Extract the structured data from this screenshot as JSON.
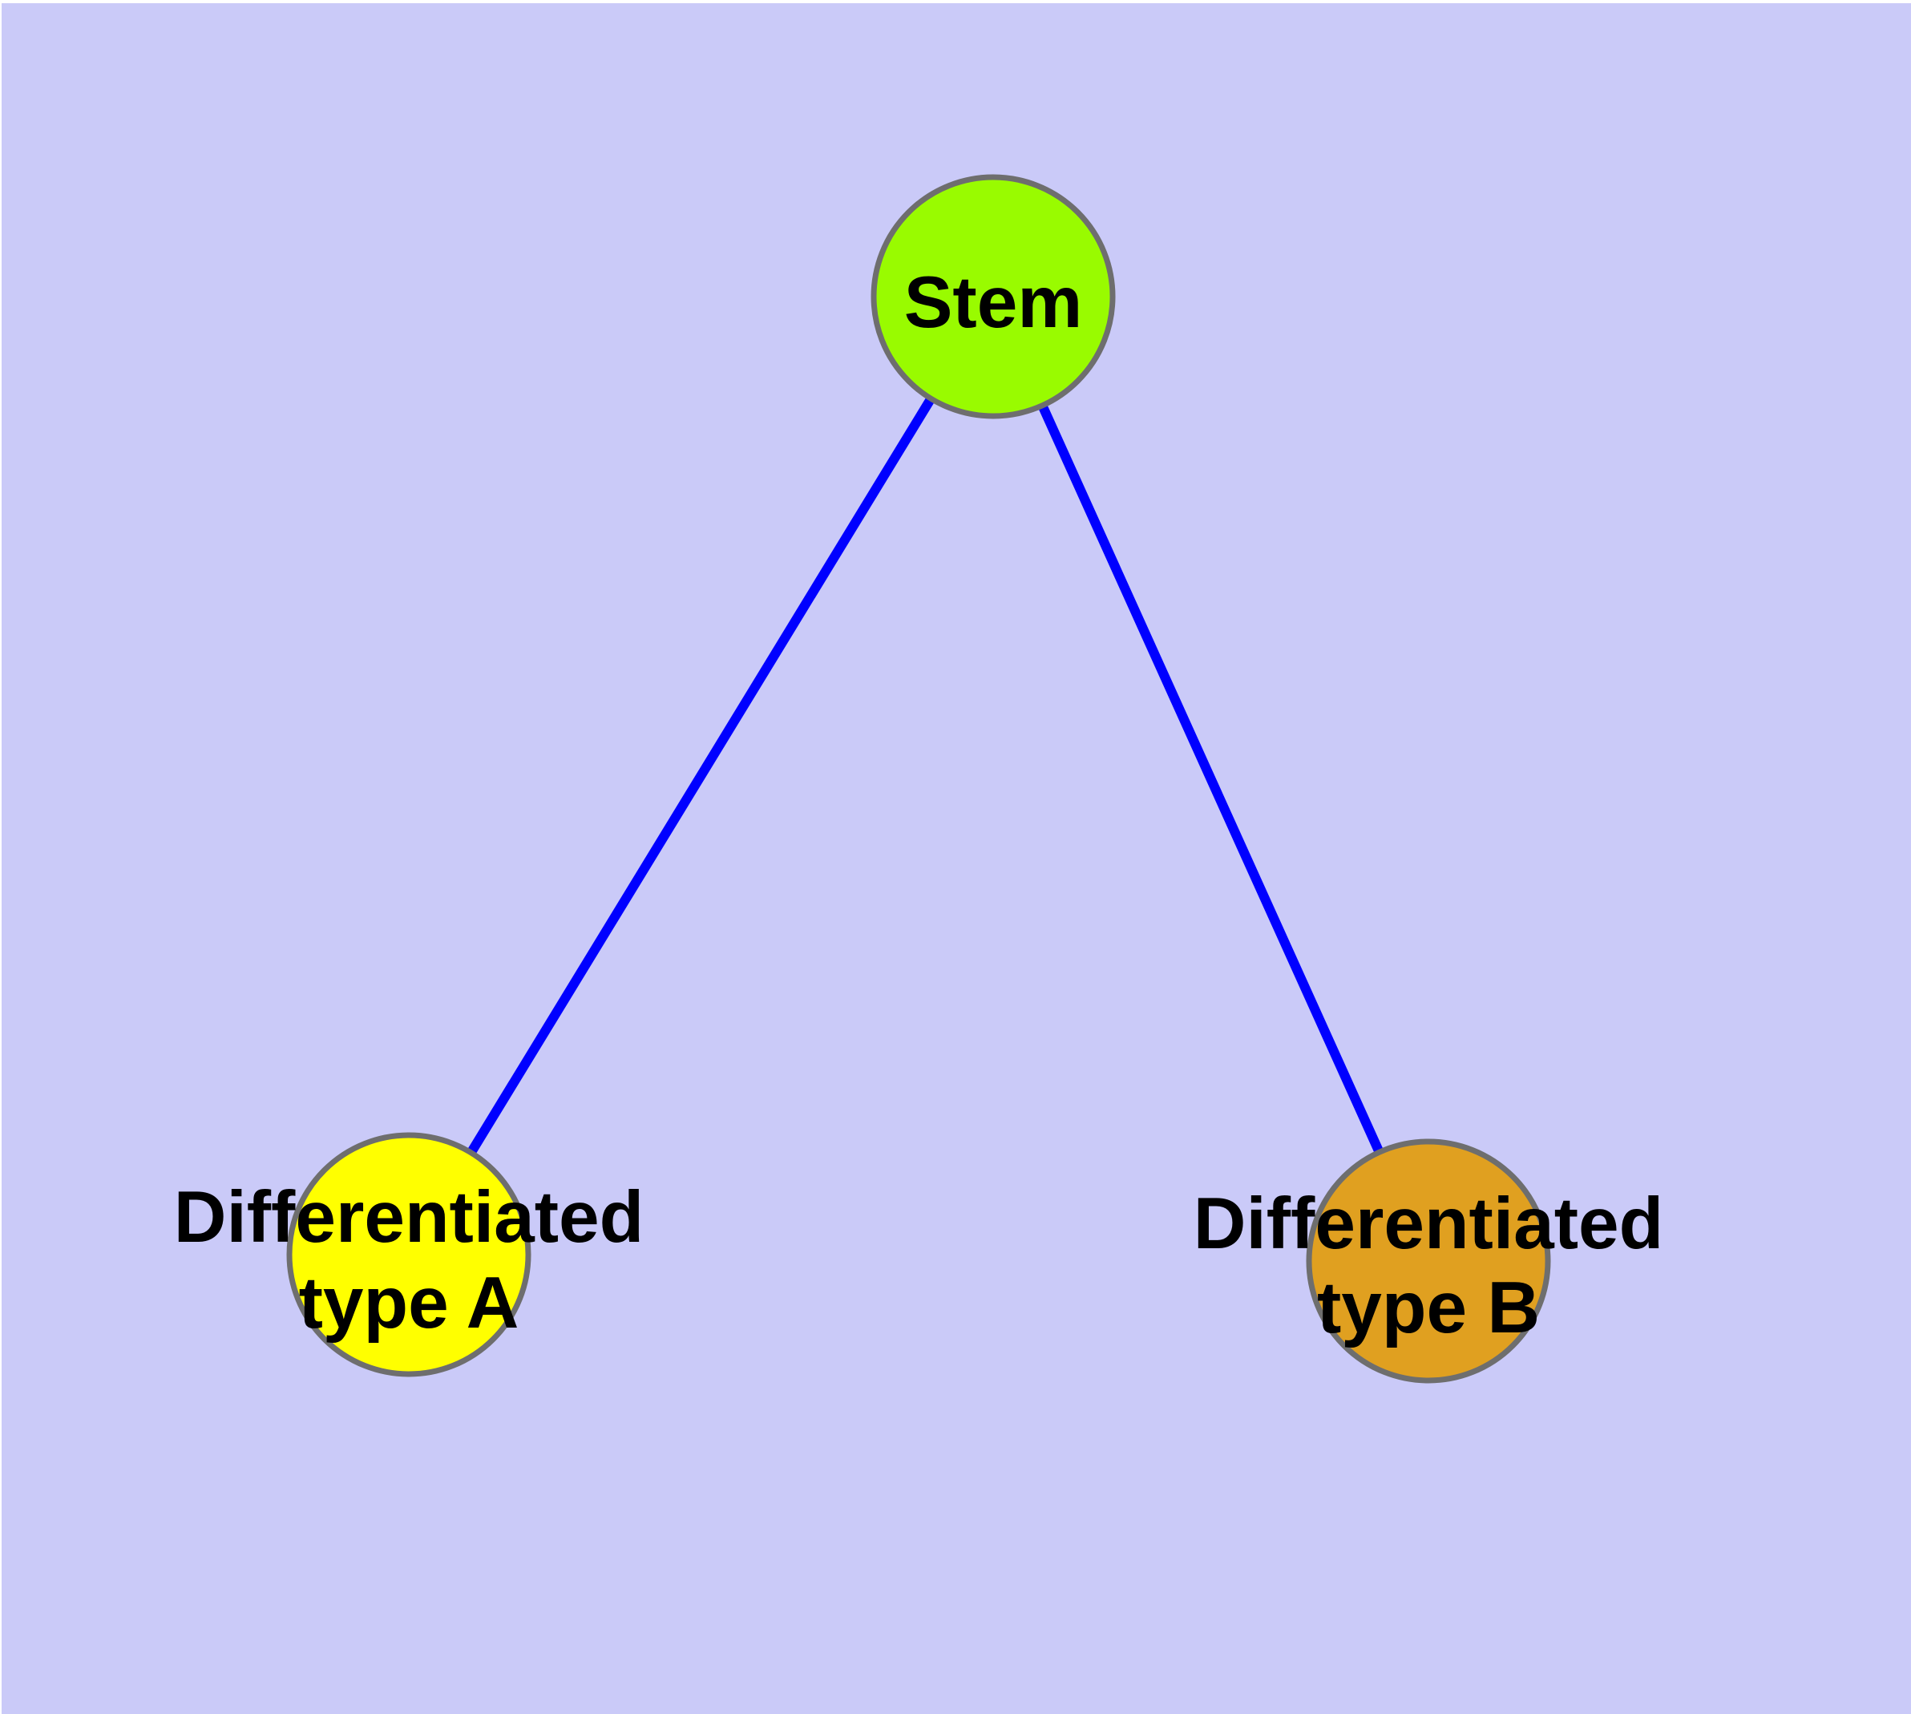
{
  "canvas": {
    "background_color": "#CACAF8",
    "frame_color": "#FFFFFF",
    "edge_color": "#0000FF",
    "node_border_color": "#6E6E6E",
    "text_color": "#000000"
  },
  "nodes": [
    {
      "id": "stem",
      "label": "Stem",
      "fill": "#99FB00"
    },
    {
      "id": "differentiated-type-a",
      "label": "Differentiated type A",
      "label_lines": [
        "Differentiated",
        "type A"
      ],
      "fill": "#FFFF00"
    },
    {
      "id": "differentiated-type-b",
      "label": "Differentiated type B",
      "label_lines": [
        "Differentiated",
        "type B"
      ],
      "fill": "#E0A020"
    }
  ],
  "edges": [
    {
      "from": "Stem",
      "to": "Differentiated type A"
    },
    {
      "from": "Stem",
      "to": "Differentiated type B"
    }
  ]
}
